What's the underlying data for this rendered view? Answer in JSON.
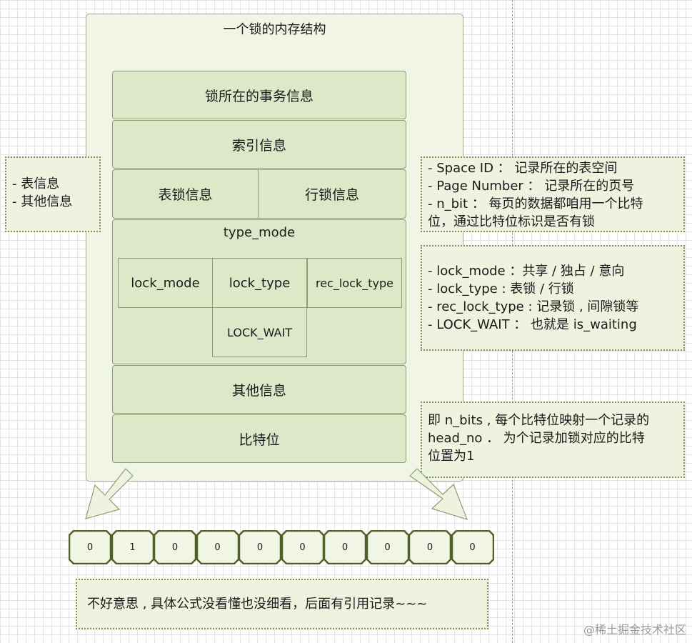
{
  "outer_title": "一个锁的内存结构",
  "rows": {
    "txn_info": "锁所在的事务信息",
    "index_info": "索引信息",
    "table_lock_info": "表锁信息",
    "row_lock_info": "行锁信息",
    "other_info": "其他信息",
    "bits": "比特位"
  },
  "type_mode": {
    "title": "type_mode",
    "lock_mode": "lock_mode",
    "lock_type": "lock_type",
    "rec_lock_type": "rec_lock_type",
    "lock_wait": "LOCK_WAIT"
  },
  "left_note": [
    "- 表信息",
    "- 其他信息"
  ],
  "note_row_lock": [
    "- Space ID  ：  记录所在的表空间",
    "- Page Number  ：  记录所在的页号",
    "- n_bit  ：  每页的数据都咱用一个比特",
    "位，通过比特位标识是否有锁"
  ],
  "note_type_mode": [
    "- lock_mode ：共享 / 独占 / 意向",
    "- lock_type : 表锁 / 行锁",
    "- rec_lock_type :  记录锁 , 间隙锁等",
    "- LOCK_WAIT  ：  也就是 is_waiting"
  ],
  "note_bits": [
    "即 n_bits , 每个比特位映射一个记录的",
    "head_no  ．  为个记录加锁对应的比特",
    "位置为1"
  ],
  "bit_values": [
    "0",
    "1",
    "0",
    "0",
    "0",
    "0",
    "0",
    "0",
    "0",
    "0"
  ],
  "bottom_note": "不好意思 , 具体公式没看懂也没细看，后面有引用记录~~~",
  "watermark": "@稀土掘金技术社区",
  "colors": {
    "cell_fill": "#dde8c8",
    "outer_fill": "#f1f5e6",
    "note_fill": "#eef3e0",
    "bit_border": "#4f6128"
  }
}
